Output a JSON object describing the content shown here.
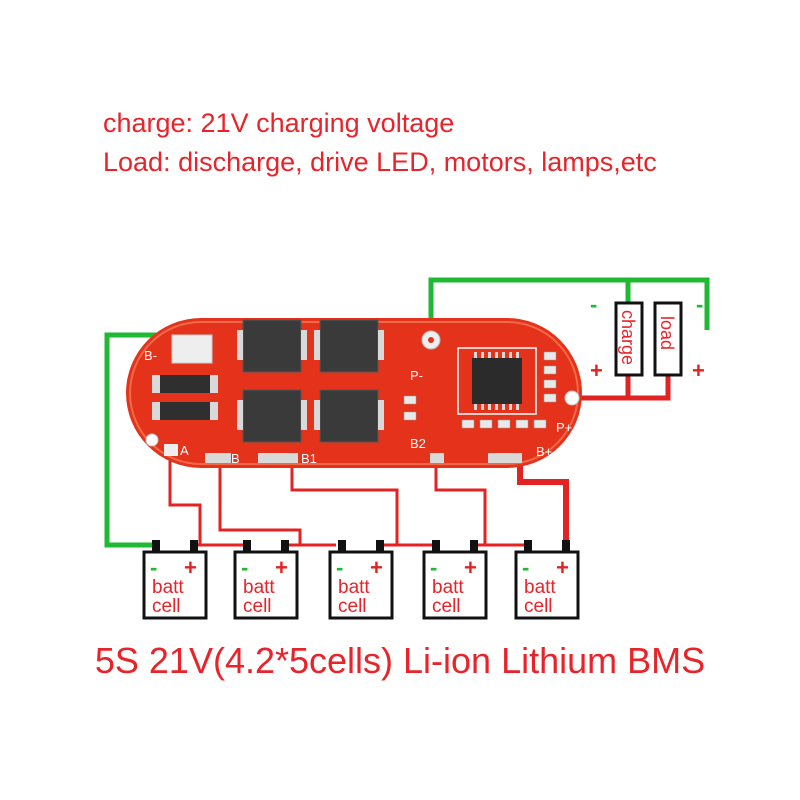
{
  "notes": {
    "charge_line": "charge: 21V charging voltage",
    "load_line": "Load: discharge, drive LED, motors, lamps,etc"
  },
  "caption": "5S 21V(4.2*5cells) Li-ion Lithium BMS",
  "board": {
    "pad_b_minus": "B-",
    "pad_p_minus": "P-",
    "pad_p_plus": "P+",
    "pad_b2": "B2",
    "pad_b_plus": "B+",
    "pad_b1": "B1",
    "pad_b": "B",
    "pad_a": "A"
  },
  "terminals": {
    "charge_label": "charge",
    "load_label": "load",
    "minus": "-",
    "plus": "+"
  },
  "cells": [
    {
      "line1": "batt",
      "line2": "cell",
      "minus": "-",
      "plus": "+"
    },
    {
      "line1": "batt",
      "line2": "cell",
      "minus": "-",
      "plus": "+"
    },
    {
      "line1": "batt",
      "line2": "cell",
      "minus": "-",
      "plus": "+"
    },
    {
      "line1": "batt",
      "line2": "cell",
      "minus": "-",
      "plus": "+"
    },
    {
      "line1": "batt",
      "line2": "cell",
      "minus": "-",
      "plus": "+"
    }
  ],
  "colors": {
    "text_red": "#e8242a",
    "wire_red": "#e32222",
    "wire_green": "#1fb934",
    "pcb": "#e5321b",
    "mosfet": "#3a3a3a",
    "cell_box": "#111111"
  }
}
